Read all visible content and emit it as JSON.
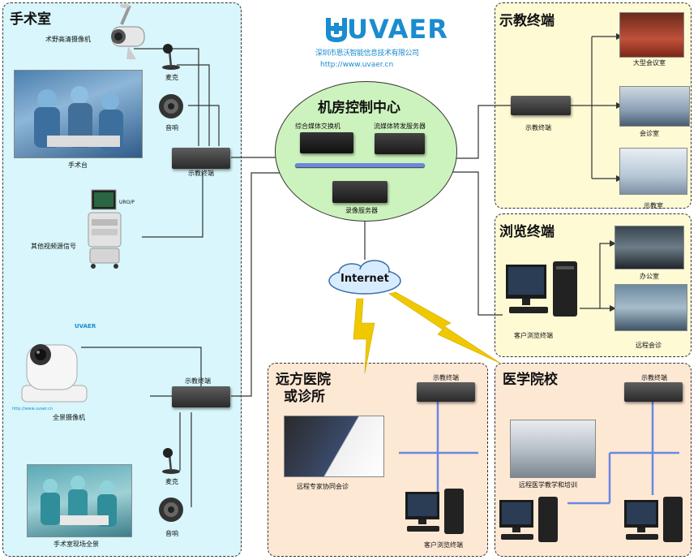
{
  "brand": {
    "logo_text": "UVAER",
    "company": "深圳市恩沃智能信息技术有限公司",
    "url": "http://www.uvaer.cn",
    "color": "#1a8ccf"
  },
  "operating_room": {
    "title": "手术室",
    "camera_label": "术野高清摄像机",
    "mic_label": "麦克",
    "speaker_label": "音响",
    "table_label": "手术台",
    "terminal_label": "示教终端",
    "endoscope_label": "其他视频源信号",
    "endoscope_screen_text": "URO/P",
    "ptz_brand": "UVAER",
    "ptz_label": "全景摄像机",
    "ptz_url_text": "http://www.uvaer.cn",
    "terminal2_label": "示教终端",
    "mic2_label": "麦克",
    "speaker2_label": "音响",
    "scene_label": "手术室现场全景"
  },
  "control_center": {
    "title": "机房控制中心",
    "switch_label": "综合媒体交换机",
    "stream_label": "流媒体转发服务器",
    "record_label": "录像服务器"
  },
  "internet": {
    "label": "Internet"
  },
  "teaching_terminal": {
    "title": "示教终端",
    "terminal_label": "示教终端",
    "rooms": [
      "大型会议室",
      "会诊室",
      "示教室"
    ]
  },
  "browse_terminal": {
    "title": "浏览终端",
    "client_label": "客户浏览终端",
    "rooms": [
      "办公室",
      "远程会诊"
    ]
  },
  "remote_hospital": {
    "title_line1": "远方医院",
    "title_line2": "或诊所",
    "terminal_label": "示教终端",
    "meeting_label": "远程专家协同会诊",
    "client_label": "客户浏览终端"
  },
  "medical_school": {
    "title": "医学院校",
    "terminal_label": "示教终端",
    "training_label": "远程医学教学和培训"
  },
  "colors": {
    "or_zone": "#d8f6fb",
    "center_ellipse": "#ccf3bd",
    "right_zone": "#fdfad4",
    "bottom_zone": "#fde8d4",
    "bus": "#6a88e0",
    "wireless": "#f0c800"
  }
}
